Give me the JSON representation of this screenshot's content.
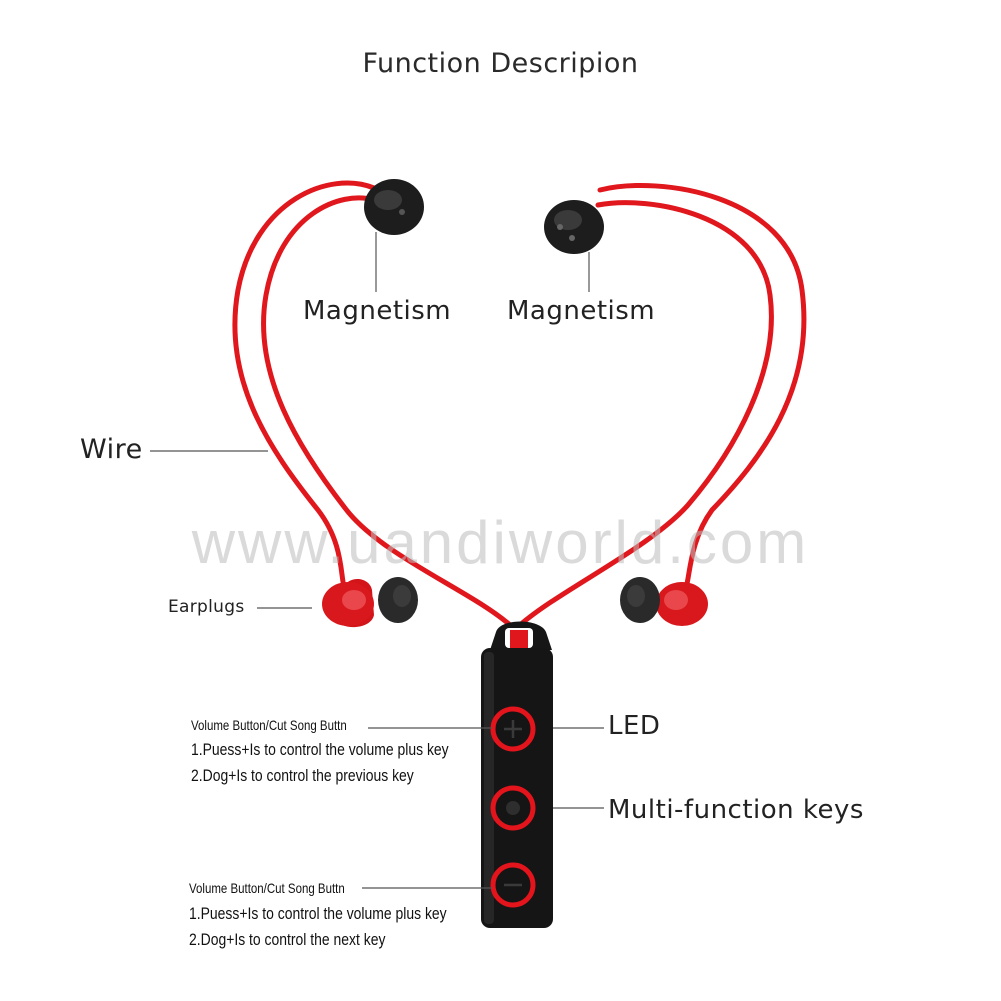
{
  "title": "Function Descripion",
  "labels": {
    "magnetism_left": "Magnetism",
    "magnetism_right": "Magnetism",
    "wire": "Wire",
    "earplugs": "Earplugs",
    "led": "LED",
    "multi_function": "Multi-function keys"
  },
  "top_button": {
    "heading": "Volume Button/Cut Song Buttn",
    "line1": "1.Puess+Is to control the volume plus key",
    "line2": "2.Dog+Is to control the previous key"
  },
  "bottom_button": {
    "heading": "Volume Button/Cut Song Buttn",
    "line1": "1.Puess+Is to control the volume plus key",
    "line2": "2.Dog+Is to control the next key"
  },
  "watermark": "www.uandiworld.com",
  "colors": {
    "cable": "#e0171c",
    "body": "#151515",
    "ring": "#e3141b",
    "leader": "#555555"
  },
  "icons": {
    "plus": "plus-icon",
    "minus": "minus-icon",
    "center": "multi-function-dot-icon"
  }
}
